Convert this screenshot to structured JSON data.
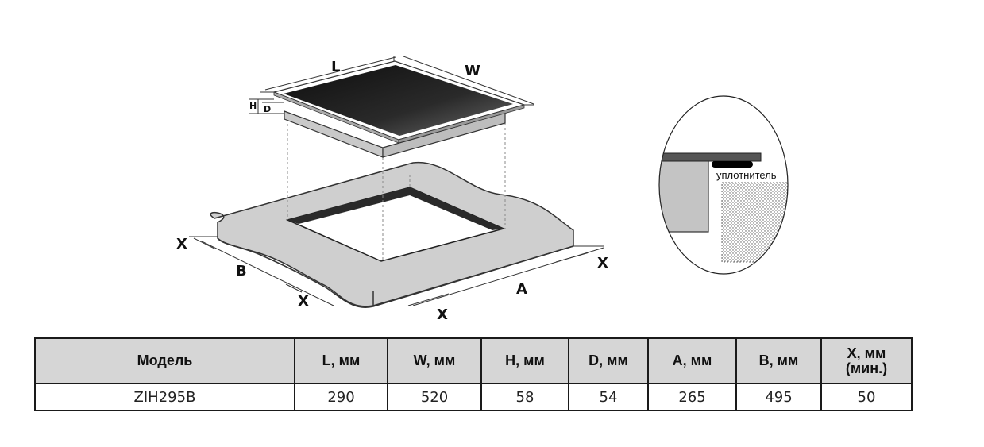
{
  "diagram": {
    "labels": {
      "L": "L",
      "W": "W",
      "H": "H",
      "D": "D",
      "A": "A",
      "B": "B",
      "X": "X"
    },
    "seal_label": "уплотнитель"
  },
  "table": {
    "headers": [
      "Модель",
      "L, мм",
      "W, мм",
      "H, мм",
      "D, мм",
      "A, мм",
      "B, мм",
      "X, мм",
      "(мин.)"
    ],
    "row": [
      "ZIH295B",
      "290",
      "520",
      "58",
      "54",
      "265",
      "495",
      "50"
    ]
  },
  "colors": {
    "glass": "#1c1c1c",
    "body": "#c9c9c9",
    "countertop": "#cfcfcf",
    "header_bg": "#d6d6d6"
  }
}
